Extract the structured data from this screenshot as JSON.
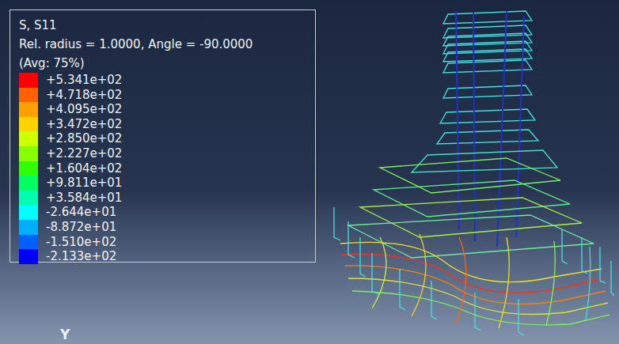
{
  "diagram": {
    "labels": [
      "S, S11",
      "Rel. radius = 1.0000, Angle = -90.0000",
      "(Avg: 75%)",
      "Y"
    ],
    "legend": [
      {
        "text": "+5.341e+02",
        "color": "#ff0000"
      },
      {
        "text": "+4.718e+02",
        "color": "#ff6000"
      },
      {
        "text": "+4.095e+02",
        "color": "#ffa000"
      },
      {
        "text": "+3.472e+02",
        "color": "#ffd400"
      },
      {
        "text": "+2.850e+02",
        "color": "#ccff00"
      },
      {
        "text": "+2.227e+02",
        "color": "#88ff00"
      },
      {
        "text": "+1.604e+02",
        "color": "#30ff00"
      },
      {
        "text": "+9.811e+01",
        "color": "#00ff60"
      },
      {
        "text": "+3.584e+01",
        "color": "#00ffb0"
      },
      {
        "text": "-2.644e+01",
        "color": "#00ffff"
      },
      {
        "text": "-8.872e+01",
        "color": "#00b0ff"
      },
      {
        "text": "-1.510e+02",
        "color": "#0060ff"
      },
      {
        "text": "-2.133e+02",
        "color": "#0000ff"
      }
    ]
  }
}
